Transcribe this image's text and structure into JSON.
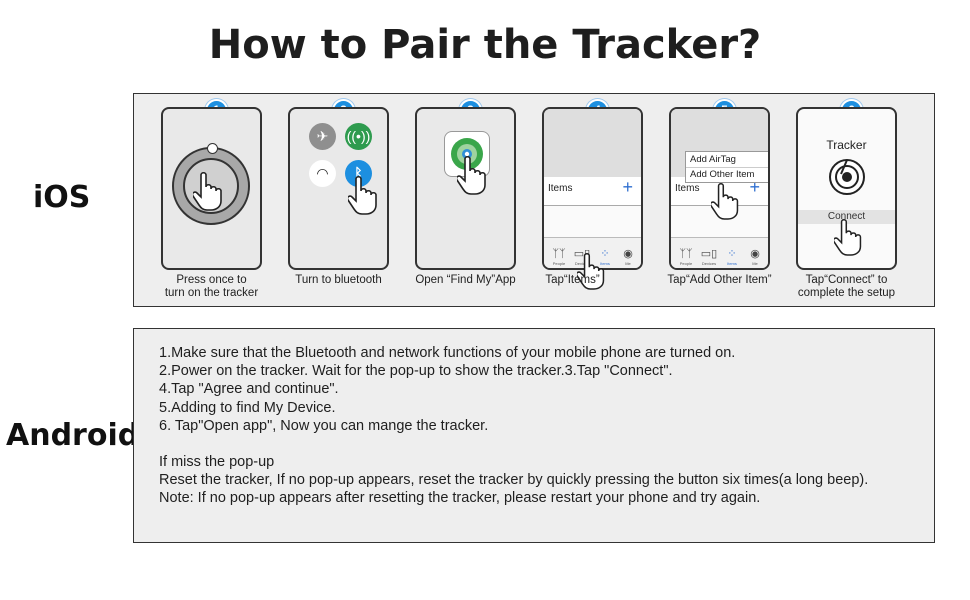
{
  "title": "How to Pair the Tracker?",
  "ios_label": "iOS",
  "android_label": "Android",
  "steps": [
    {
      "num": "1",
      "caption_line1": "Press once to",
      "caption_line2": "turn on the tracker"
    },
    {
      "num": "2",
      "caption_line1": "Turn to bluetooth",
      "caption_line2": ""
    },
    {
      "num": "3",
      "caption_line1": "Open “Find My”App",
      "caption_line2": ""
    },
    {
      "num": "4",
      "caption_line1": "Tap“Items”",
      "caption_line2": "",
      "screen_items": "Items",
      "plus": "+"
    },
    {
      "num": "5",
      "caption_line1": "Tap“Add Other Item”",
      "caption_line2": "",
      "screen_items": "Items",
      "plus": "+",
      "popup_line1": "Add AirTag",
      "popup_line2": "Add Other Item"
    },
    {
      "num": "6",
      "caption_line1": "Tap“Connect” to",
      "caption_line2": "complete the setup",
      "screen_title": "Tracker",
      "screen_button": "Connect"
    }
  ],
  "tabs": [
    "People",
    "Devices",
    "Items",
    "Me"
  ],
  "android": {
    "lines": [
      "1.Make sure that the Bluetooth and network functions of your mobile phone are turned on.",
      "2.Power on the tracker. Wait for the pop-up to show the tracker.3.Tap \"Connect\".",
      "4.Tap \"Agree and continue\".",
      "5.Adding to find My Device.",
      "6. Tap\"Open app\", Now you can mange the tracker."
    ],
    "miss_title": "If miss the pop-up",
    "reset": "Reset the tracker, If no pop-up appears, reset the tracker by quickly pressing the button six times(a long beep).",
    "note": "Note: If no pop-up appears after resetting the tracker, please restart your phone and try again."
  },
  "colors": {
    "badge": "#1d8fe0",
    "panel": "#eeeeee",
    "bluetooth": "#1d8fe0",
    "cellular": "#2e9b4e",
    "findmy_green": "#3aa64a"
  }
}
